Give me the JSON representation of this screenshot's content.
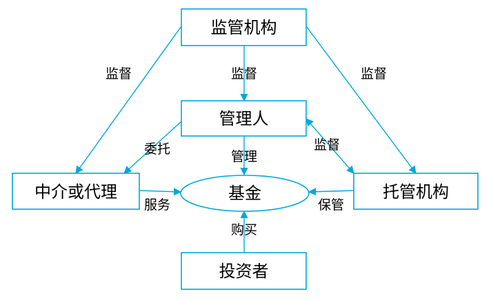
{
  "nodes": {
    "regulator": "监管机构",
    "manager": "管理人",
    "intermediary": "中介或代理",
    "fund": "基金",
    "custodian": "托管机构",
    "investor": "投资者"
  },
  "edges": {
    "regulator_to_intermediary": "监督",
    "regulator_to_manager": "监督",
    "regulator_to_custodian": "监督",
    "manager_to_intermediary": "委托",
    "manager_to_fund": "管理",
    "custodian_manager": "监督",
    "intermediary_to_fund": "服务",
    "custodian_to_fund": "保管",
    "investor_to_fund": "购买"
  },
  "colors": {
    "stroke": "#00a8d8"
  }
}
